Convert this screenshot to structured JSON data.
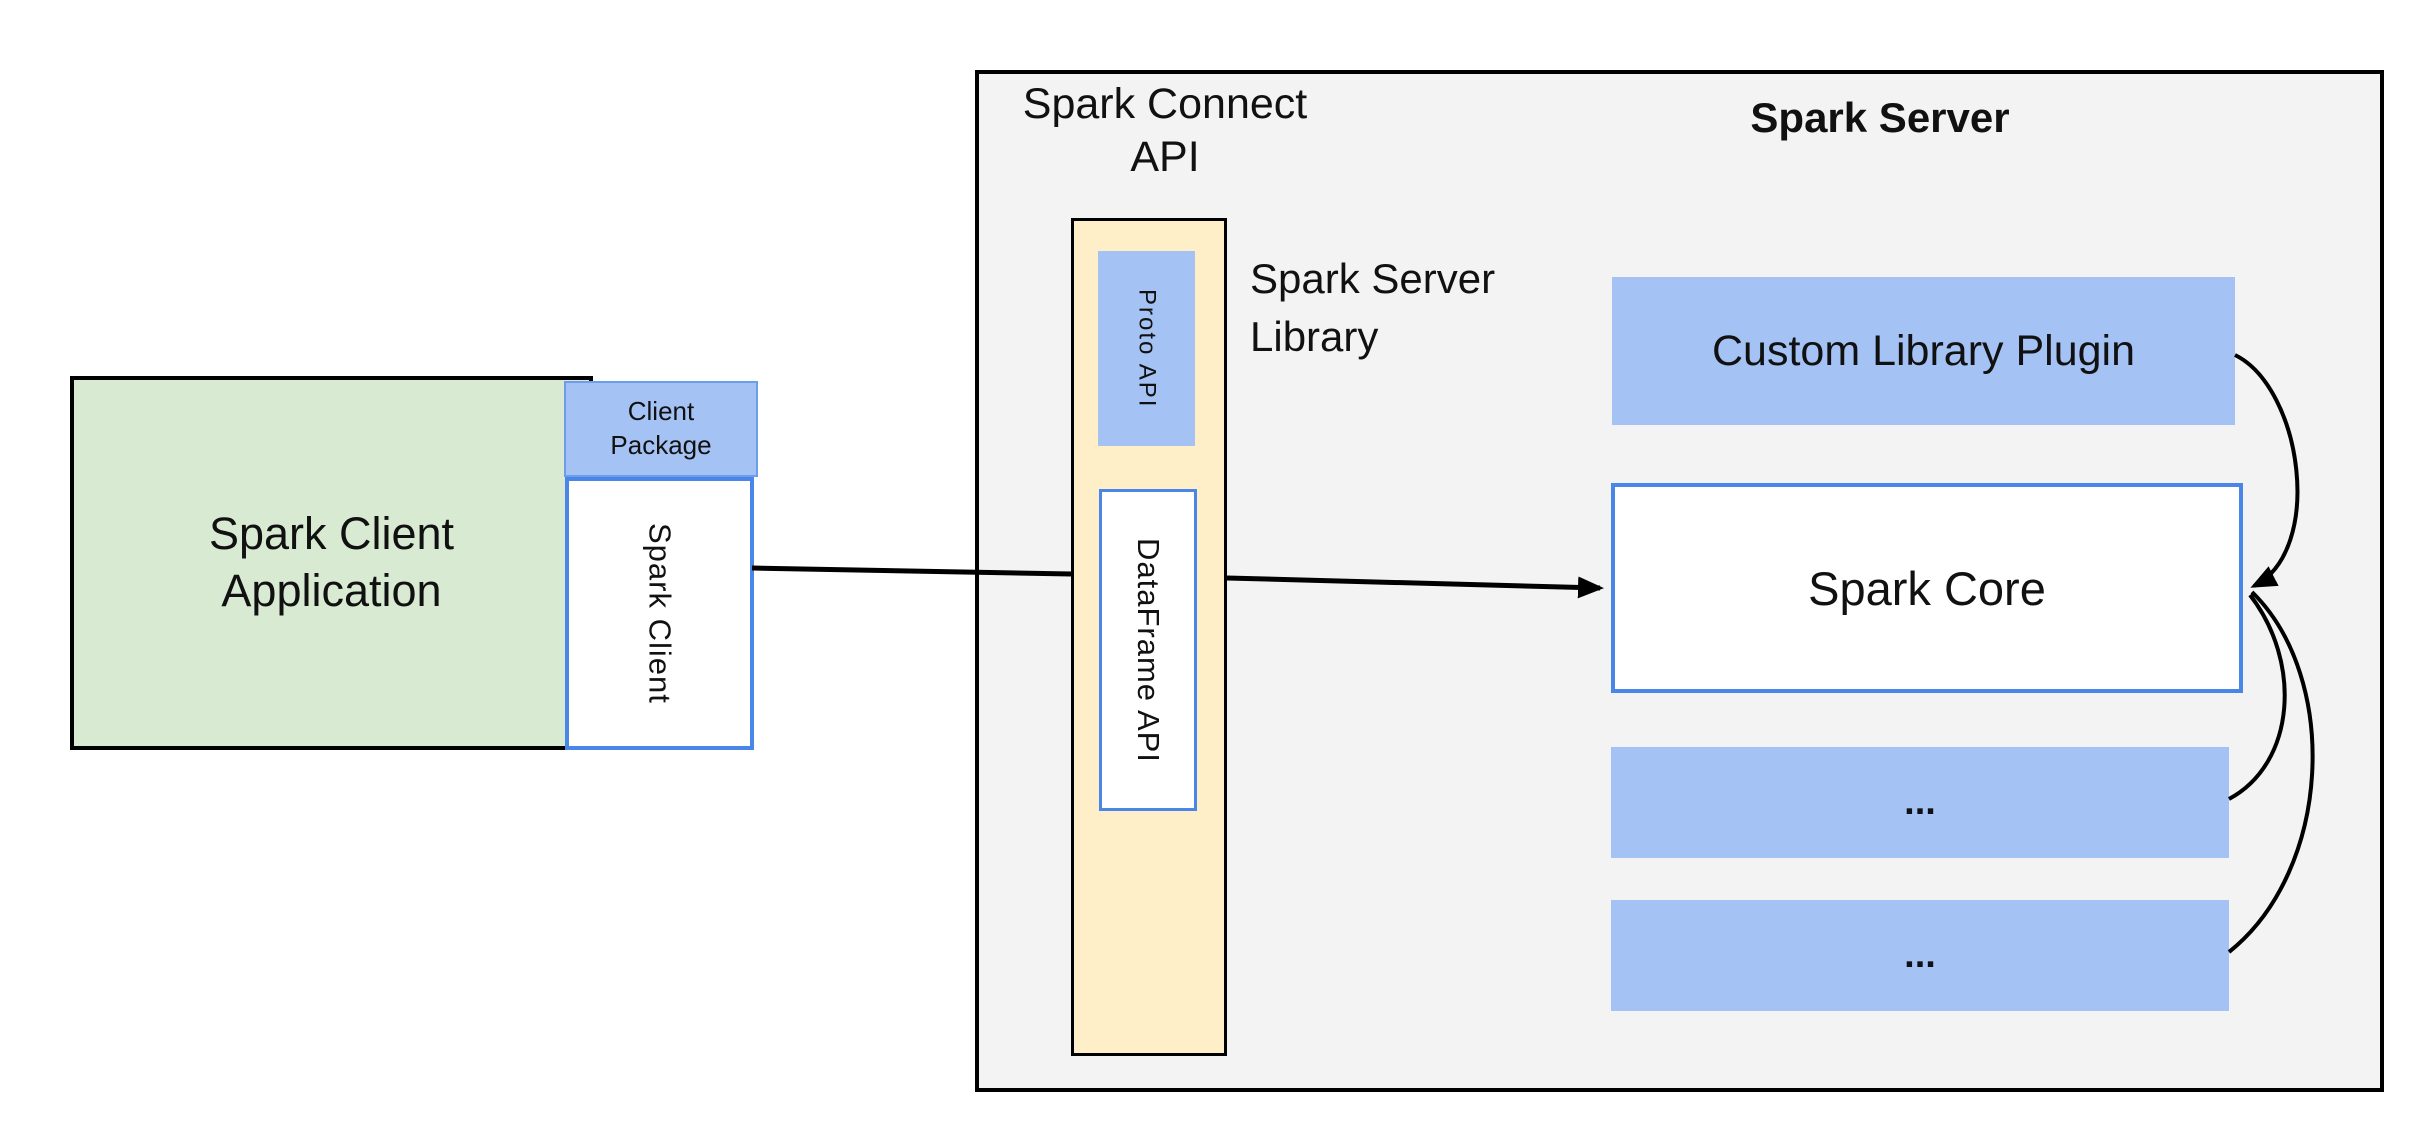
{
  "client": {
    "app_label": "Spark Client\nApplication",
    "package_label": "Client\nPackage",
    "lib_label": "Spark Client"
  },
  "connect": {
    "api_label": "Spark Connect\nAPI",
    "proto_label": "Proto API",
    "dataframe_label": "DataFrame API",
    "server_library_label": "Spark Server\nLibrary"
  },
  "server": {
    "title": "Spark Server",
    "plugin_label": "Custom Library Plugin",
    "core_label": "Spark Core",
    "slot1_label": "...",
    "slot2_label": "..."
  },
  "colors": {
    "client_app_fill": "#d9ead3",
    "accent_blue_fill": "#a4c2f4",
    "connect_column_fill": "#feefc8",
    "server_fill": "#f3f3f3",
    "blue_border": "#4a86e8",
    "arrow_color": "#000000"
  }
}
